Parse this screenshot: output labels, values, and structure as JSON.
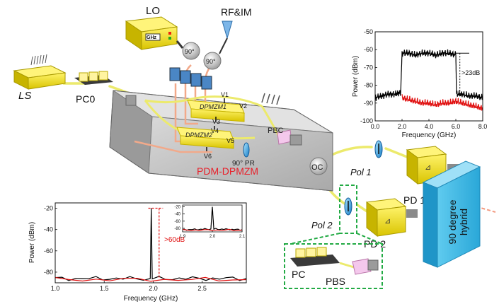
{
  "labels": {
    "lo": "LO",
    "rf": "RF&IM",
    "ls": "LS",
    "pc0": "PC0",
    "ghz": "GHz",
    "hyb1": "90°",
    "hyb2": "90°",
    "dpmzm1": "DPMZM1",
    "dpmzm2": "DPMZM2",
    "v1": "V1",
    "v2": "V2",
    "v3": "V3",
    "v4": "V4",
    "v5": "V5",
    "v6": "V6",
    "pbc": "PBC",
    "pr": "90° PR",
    "pdm": "PDM-DPMZM",
    "oc": "OC",
    "pol1": "Pol 1",
    "pol2": "Pol 2",
    "pd1": "PD 1",
    "pd2": "PD 2",
    "hybrid_line1": "90 degree",
    "hybrid_line2": "hybrid",
    "pc": "PC",
    "pbs": "PBS"
  },
  "colors": {
    "yellow": "#f2e32c",
    "modulator_gray": "#c8c8c8",
    "hybrid_blue": "#39b6e3",
    "pdm_red": "#e8202a",
    "inset_green": "#22aa44",
    "electrical_orange": "#f2a98a"
  },
  "chart_data": [
    {
      "type": "line",
      "name": "top-right-spectrum",
      "xlabel": "Frequency (GHz)",
      "ylabel": "Power (dBm)",
      "xlim": [
        0.0,
        8.0
      ],
      "ylim": [
        -100,
        -50
      ],
      "xticks": [
        "0.0",
        "2.0",
        "4.0",
        "6.0",
        "8.0"
      ],
      "yticks": [
        "-50",
        "-60",
        "-70",
        "-80",
        "-90",
        "-100"
      ],
      "annotation": ">23dB",
      "series": [
        {
          "color": "#000000",
          "x": [
            0,
            0.5,
            1.0,
            1.5,
            1.9,
            2.0,
            2.5,
            3.0,
            3.5,
            4.0,
            4.5,
            5.0,
            5.5,
            6.0,
            6.05,
            6.5,
            7.0,
            7.5,
            8.0
          ],
          "y": [
            -87,
            -86,
            -85,
            -85,
            -84,
            -62,
            -62,
            -63,
            -62,
            -62,
            -63,
            -62,
            -62,
            -63,
            -85,
            -85,
            -86,
            -86,
            -87
          ]
        },
        {
          "color": "#e01010",
          "x": [
            2.0,
            2.5,
            3.0,
            3.5,
            4.0,
            4.5,
            5.0,
            5.5,
            6.0,
            6.5,
            7.0,
            7.5,
            8.0
          ],
          "y": [
            -87,
            -88,
            -89,
            -90,
            -90,
            -91,
            -90,
            -90,
            -89,
            -90,
            -91,
            -92,
            -93
          ]
        }
      ]
    },
    {
      "type": "line",
      "name": "bottom-left-spectrum",
      "xlabel": "Frequency (GHz)",
      "ylabel": "Power (dBm)",
      "xlim": [
        1.0,
        2.95
      ],
      "ylim": [
        -90,
        -15
      ],
      "xticks": [
        "1.0",
        "1.5",
        "2.0",
        "2.5"
      ],
      "yticks": [
        "-20",
        "-40",
        "-60",
        "-80"
      ],
      "annotation": ">60dB",
      "series": [
        {
          "color": "#000000",
          "x": [
            1.0,
            1.97,
            1.98,
            1.99,
            2.95
          ],
          "y": [
            -86,
            -86,
            -20,
            -86,
            -86
          ]
        },
        {
          "color": "#e01010",
          "x": [
            1.0,
            2.95
          ],
          "y": [
            -87,
            -87
          ]
        }
      ],
      "inset": {
        "xticks": [
          "1.9",
          "2.0",
          "2.1"
        ],
        "yticks": [
          "-20",
          "-40",
          "-60",
          "-80"
        ],
        "xlim": [
          1.9,
          2.1
        ],
        "ylim": [
          -90,
          -15
        ],
        "series": [
          {
            "color": "#000000",
            "x": [
              1.9,
              1.995,
              2.0,
              2.005,
              2.1
            ],
            "y": [
              -84,
              -82,
              -20,
              -82,
              -84
            ]
          },
          {
            "color": "#e01010",
            "x": [
              1.9,
              2.1
            ],
            "y": [
              -85,
              -85
            ]
          }
        ]
      }
    }
  ]
}
